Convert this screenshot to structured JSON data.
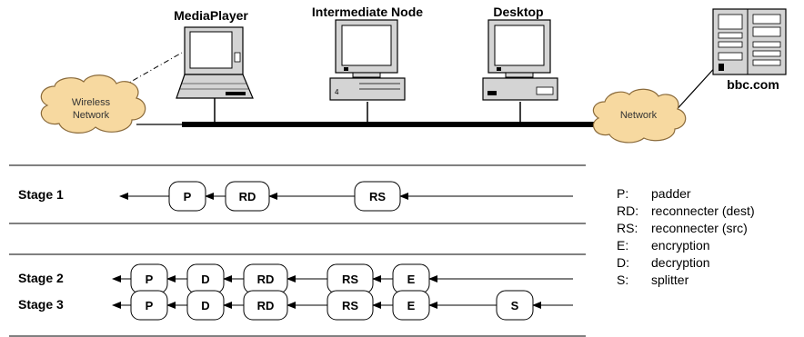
{
  "network": {
    "devices": [
      {
        "name": "MediaPlayer"
      },
      {
        "name": "Intermediate Node"
      },
      {
        "name": "Desktop"
      },
      {
        "name": "bbc.com"
      }
    ],
    "clouds": [
      {
        "label_line1": "Wireless",
        "label_line2": "Network"
      },
      {
        "label_line1": "Network",
        "label_line2": ""
      }
    ]
  },
  "stages": [
    {
      "label": "Stage 1",
      "nodes": [
        "P",
        "RD",
        "RS"
      ]
    },
    {
      "label": "Stage 2",
      "nodes": [
        "P",
        "D",
        "RD",
        "RS",
        "E"
      ]
    },
    {
      "label": "Stage 3",
      "nodes": [
        "P",
        "D",
        "RD",
        "RS",
        "E",
        "S"
      ]
    }
  ],
  "legend": [
    {
      "key": "P:",
      "desc": "padder"
    },
    {
      "key": "RD:",
      "desc": "reconnecter (dest)"
    },
    {
      "key": "RS:",
      "desc": "reconnecter (src)"
    },
    {
      "key": "E:",
      "desc": "encryption"
    },
    {
      "key": "D:",
      "desc": "decryption"
    },
    {
      "key": "S:",
      "desc": "splitter"
    }
  ],
  "colors": {
    "cloud_fill": "#f7d9a0",
    "cloud_stroke": "#8a6a3a",
    "line": "#000000",
    "device_gray": "#d4d4d4"
  }
}
